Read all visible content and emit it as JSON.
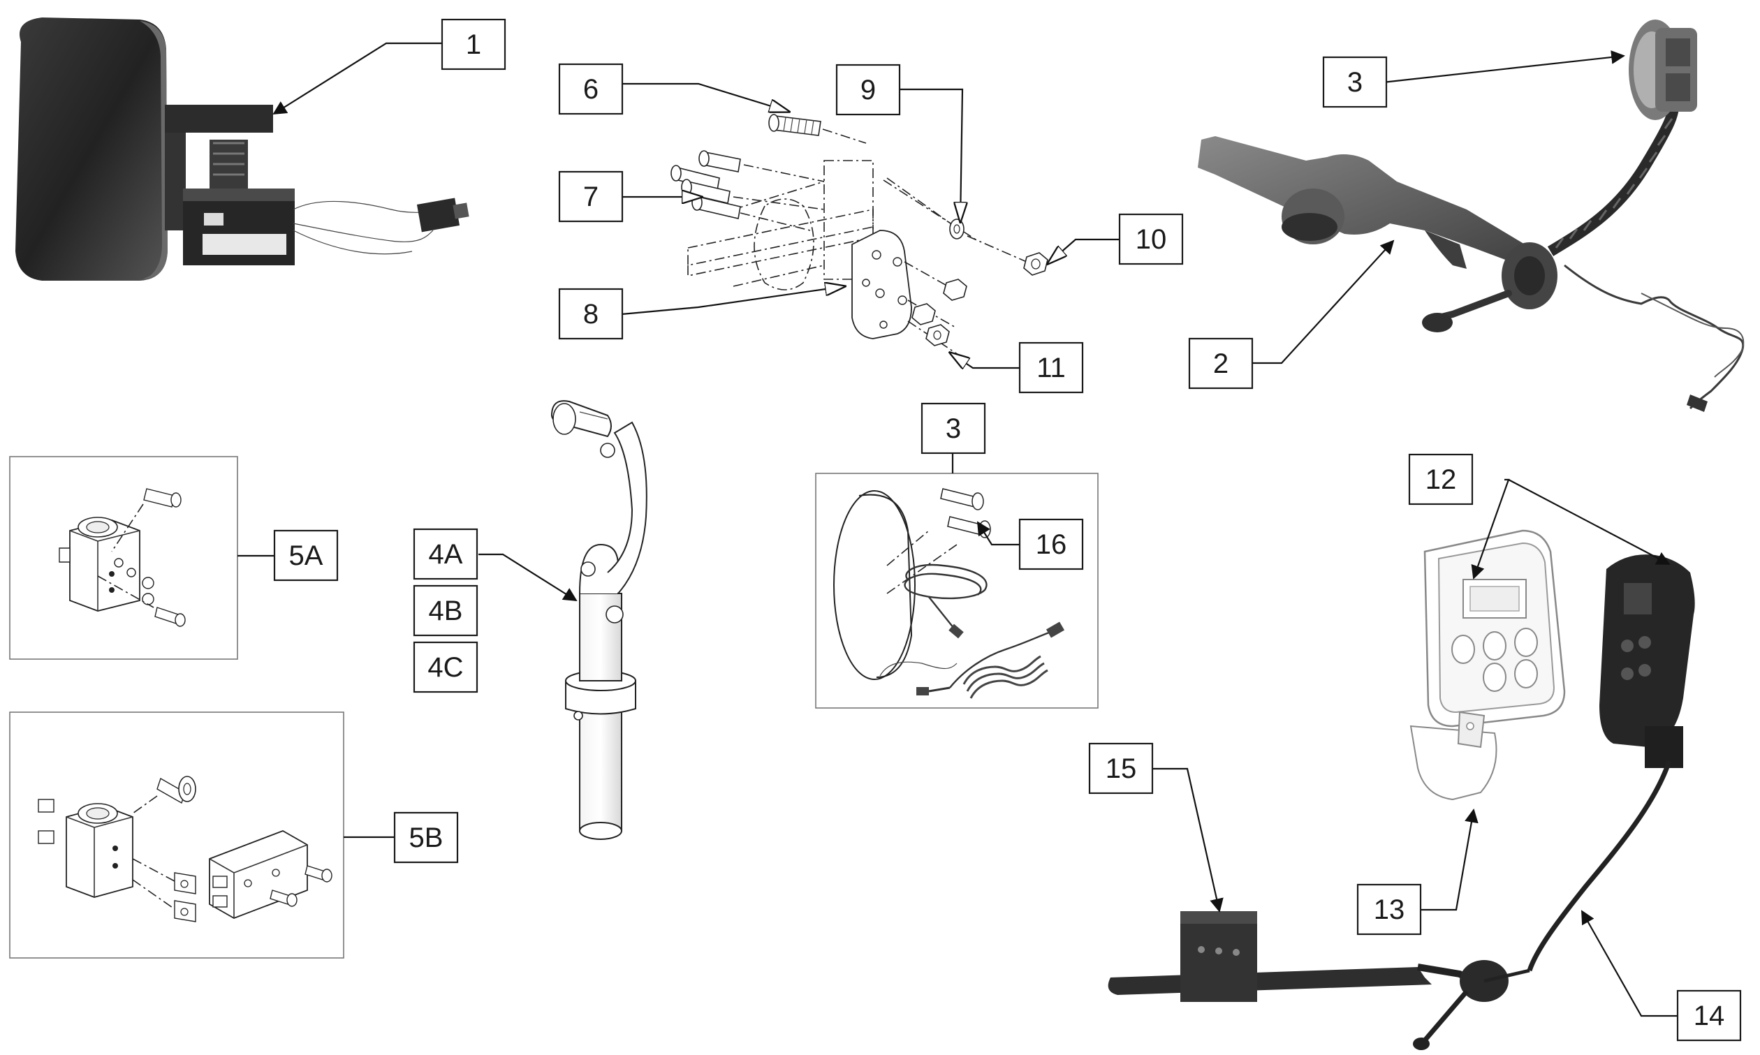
{
  "labels": {
    "1": "1",
    "2": "2",
    "3": "3",
    "3b": "3",
    "4A": "4A",
    "4B": "4B",
    "4C": "4C",
    "5A": "5A",
    "5B": "5B",
    "6": "6",
    "7": "7",
    "8": "8",
    "9": "9",
    "10": "10",
    "11": "11",
    "12": "12",
    "13": "13",
    "14": "14",
    "15": "15",
    "16": "16"
  },
  "colors": {
    "ink": "#1a1a1a",
    "dark_part": "#2a2a2a",
    "mid_part": "#6b6b6b",
    "light_part": "#cfcfcf"
  }
}
